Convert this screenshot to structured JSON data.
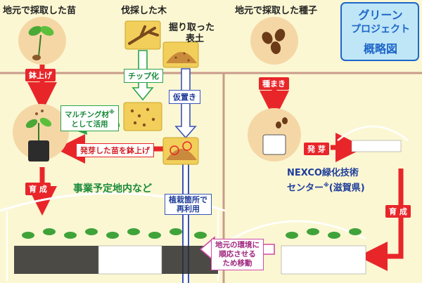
{
  "title": {
    "line1": "グリーン",
    "line2": "プロジェクト",
    "line3": "概略図"
  },
  "headings": {
    "seedlings": "地元で採取した苗",
    "felled_tree": "伐採した木",
    "topsoil_line1": "掘り取った",
    "topsoil_line2": "表土",
    "seeds": "地元で採取した種子"
  },
  "labels": {
    "potting": "鉢上げ",
    "chipping": "チップ化",
    "temporary": "仮置き",
    "mulch_line1": "マルチング材",
    "mulch_note": "※",
    "mulch_line2": "として活用",
    "germ_potting": "発芽した苗を鉢上げ",
    "growing_left": "育 成",
    "project_area": "事業予定地内など",
    "replant_line1": "植栽箇所で",
    "replant_line2": "再利用",
    "move_line1": "地元の環境に",
    "move_line2": "順応させる",
    "move_line3": "ため移動",
    "sowing": "種まき",
    "germination": "発 芽",
    "center_line1": "NEXCO緑化技術",
    "center_line2": "センター",
    "center_note": "※",
    "center_line3": "(滋賀県)",
    "growing_right": "育 成"
  },
  "colors": {
    "background": "#fbf7d3",
    "red_arrow": "#e8262a",
    "green": "#2aa447",
    "blue": "#3a55b5",
    "pink": "#d14aa6",
    "title_blue": "#1e66c8",
    "title_fill": "#bfe6f7"
  },
  "icons": [
    "seedling-icon",
    "branch-icon",
    "soil-pile-icon",
    "seed-icon",
    "potted-plant-icon",
    "wood-chips-icon",
    "greenhouse-icon",
    "seed-pot-icon"
  ]
}
